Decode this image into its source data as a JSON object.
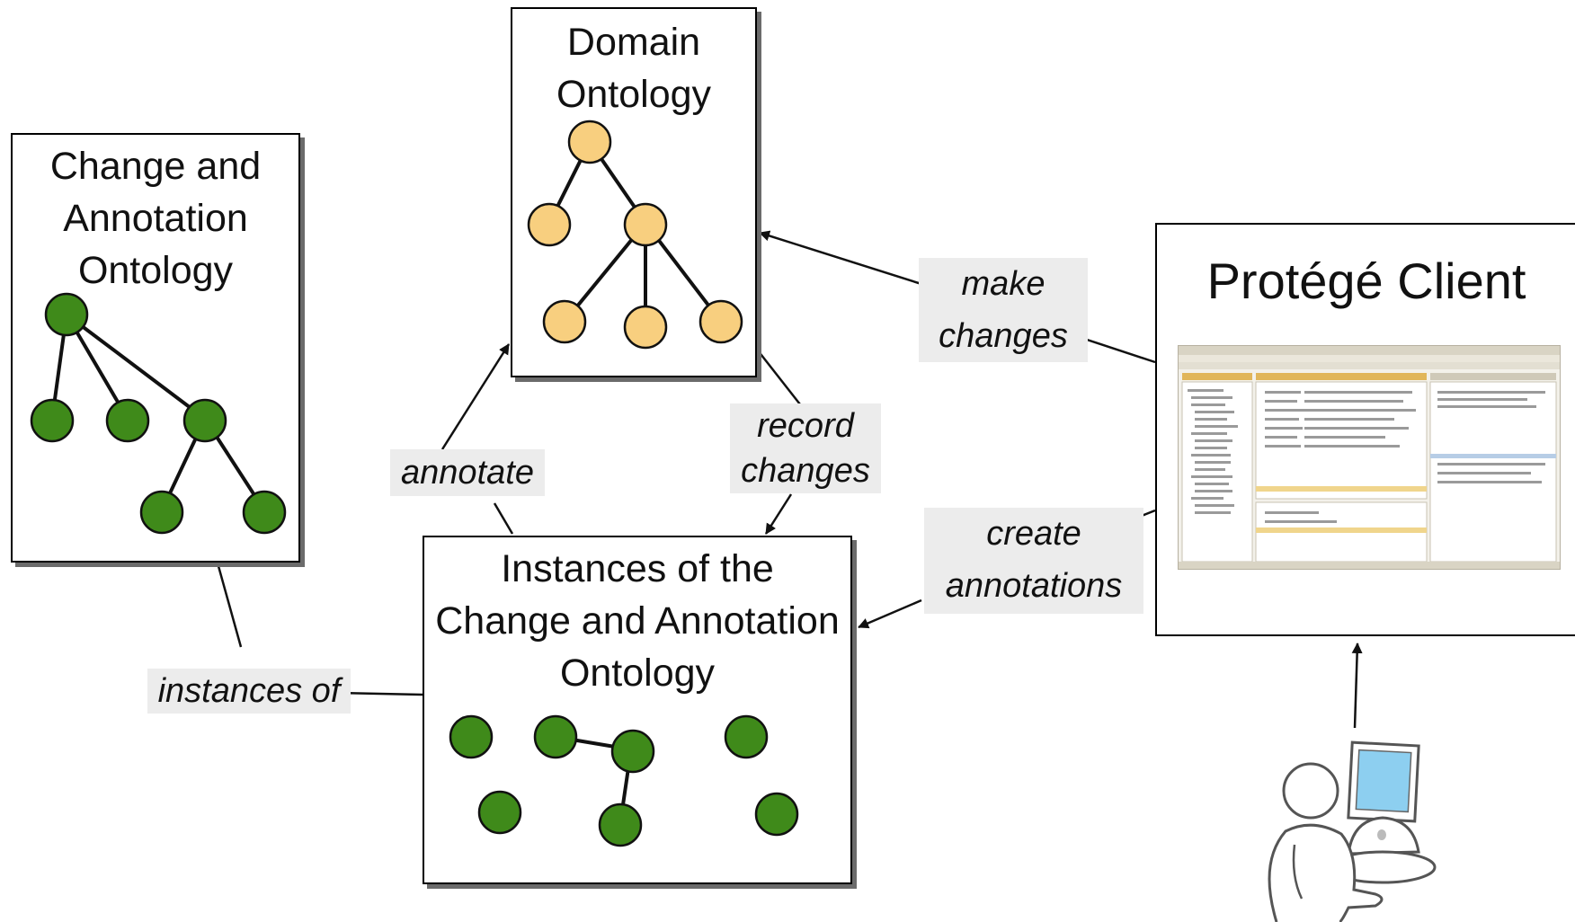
{
  "domain_ontology": {
    "title": "Domain\nOntology",
    "node_color": "#f8cf7f",
    "edge_color": "#111111"
  },
  "change_annotation_ontology": {
    "title": "Change and\nAnnotation\nOntology",
    "node_color": "#3f8a1a"
  },
  "instances": {
    "title": "Instances of the\nChange and Annotation\nOntology",
    "node_color": "#3f8a1a"
  },
  "protege_client": {
    "title": "Protégé Client",
    "screenshot_icon": "protege-app-screenshot"
  },
  "user": {
    "icon": "user-at-computer-icon",
    "screen_color": "#8dcff0"
  },
  "edge_labels": {
    "make_changes": "make\nchanges",
    "create_annotations": "create\nannotations",
    "record_changes": "record\nchanges",
    "annotate": "annotate",
    "instances_of": "instances of"
  },
  "label_background": "#ececec"
}
